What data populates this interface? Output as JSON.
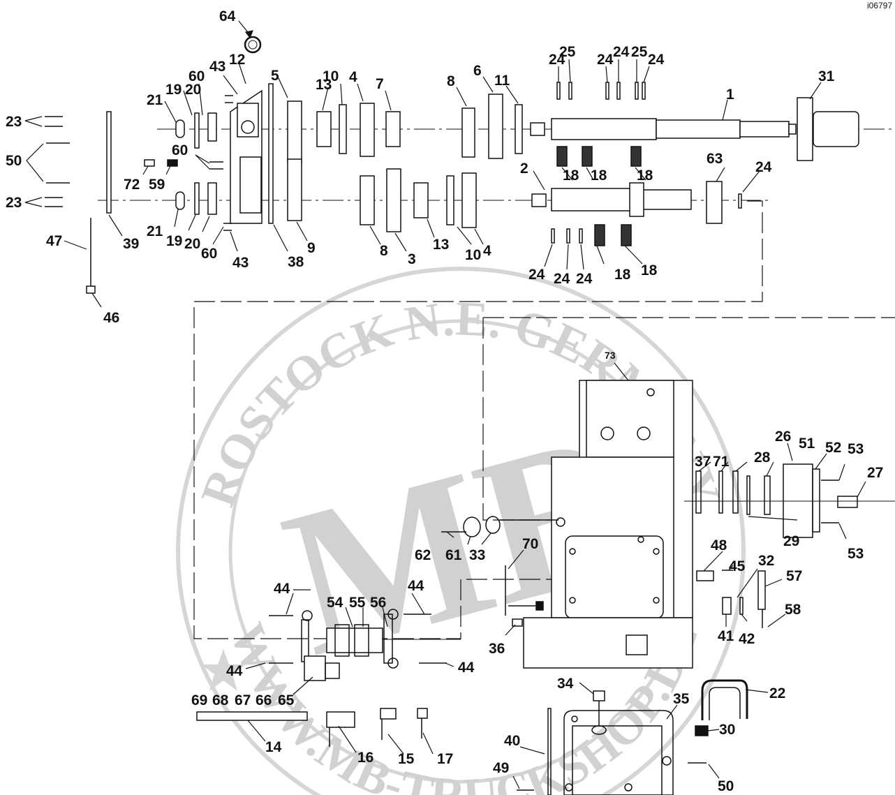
{
  "drawing_ref": "i06797",
  "watermark": {
    "top_text": "ROSTOCK N.E. GERMANY",
    "bottom_text": "WWW.MB-TRUCKSHOP.DE",
    "logo_text": "MB"
  },
  "callouts": {
    "c1": "1",
    "c2": "2",
    "c3": "3",
    "c4a": "4",
    "c4b": "4",
    "c5": "5",
    "c6": "6",
    "c7": "7",
    "c8a": "8",
    "c8b": "8",
    "c9": "9",
    "c10a": "10",
    "c10b": "10",
    "c11": "11",
    "c12": "12",
    "c13a": "13",
    "c13b": "13",
    "c14": "14",
    "c15": "15",
    "c16": "16",
    "c17": "17",
    "c18a": "18",
    "c18b": "18",
    "c18c": "18",
    "c18d": "18",
    "c18e": "18",
    "c19a": "19",
    "c19b": "19",
    "c20a": "20",
    "c20b": "20",
    "c21a": "21",
    "c21b": "21",
    "c22": "22",
    "c23a": "23",
    "c23b": "23",
    "c24a": "24",
    "c24b": "24",
    "c24c": "24",
    "c24d": "24",
    "c24e": "24",
    "c24f": "24",
    "c24g": "24",
    "c24h": "24",
    "c25a": "25",
    "c25b": "25",
    "c26": "26",
    "c27": "27",
    "c28": "28",
    "c29": "29",
    "c30": "30",
    "c31": "31",
    "c32": "32",
    "c33": "33",
    "c34": "34",
    "c35": "35",
    "c36": "36",
    "c37": "37",
    "c38": "38",
    "c39": "39",
    "c40": "40",
    "c41": "41",
    "c42": "42",
    "c43a": "43",
    "c43b": "43",
    "c44a": "44",
    "c44b": "44",
    "c44c": "44",
    "c44d": "44",
    "c45": "45",
    "c46": "46",
    "c47": "47",
    "c48": "48",
    "c49": "49",
    "c50a": "50",
    "c50b": "50",
    "c51": "51",
    "c52": "52",
    "c53a": "53",
    "c53b": "53",
    "c54": "54",
    "c55": "55",
    "c56": "56",
    "c57": "57",
    "c58": "58",
    "c59": "59",
    "c60a": "60",
    "c60b": "60",
    "c60c": "60",
    "c61": "61",
    "c62": "62",
    "c63": "63",
    "c64": "64",
    "c65": "65",
    "c66": "66",
    "c67": "67",
    "c68": "68",
    "c69": "69",
    "c70": "70",
    "c71": "71",
    "c72": "72",
    "c73": "73"
  }
}
